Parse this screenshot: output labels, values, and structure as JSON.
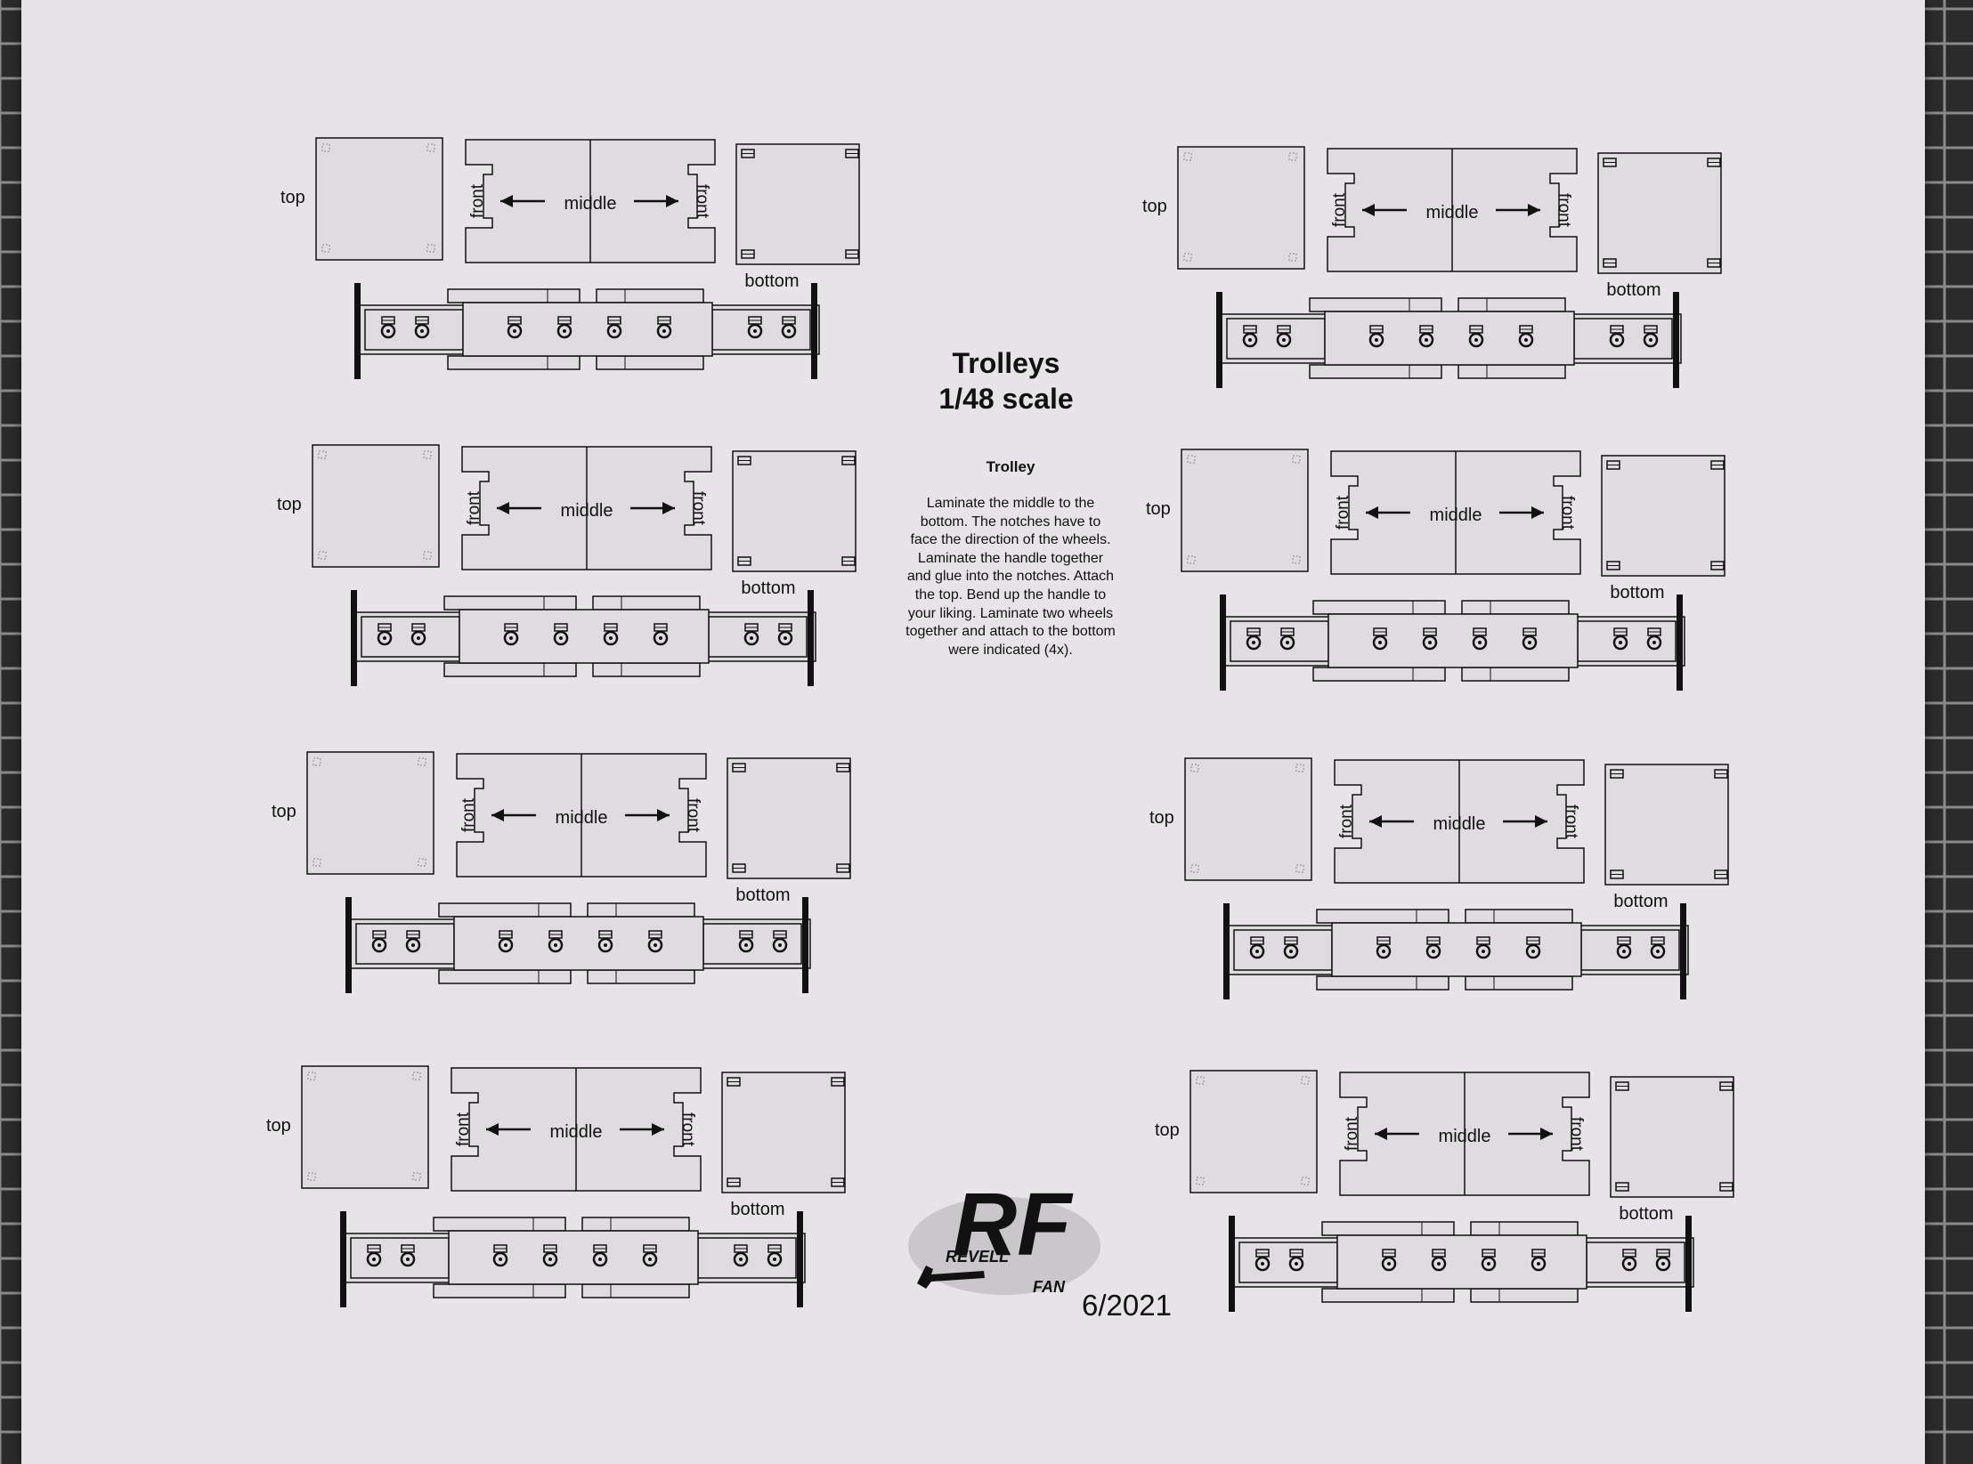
{
  "sheet": {
    "title_line1": "Trolleys",
    "title_line2": "1/48 scale",
    "section_heading": "Trolley",
    "instructions": "Laminate the middle to the bottom. The notches have to face the direction of the wheels. Laminate the handle together and glue into the notches. Attach the top. Bend up the handle to your liking. Laminate two wheels together and attach to the bottom were indicated (4x).",
    "date": "6/2021"
  },
  "part_labels": {
    "top": "top",
    "middle": "middle",
    "front": "front",
    "bottom": "bottom"
  },
  "logo": {
    "letters_big": "RF",
    "word1": "REVELL",
    "word2": "FAN"
  },
  "trolley_count": 8,
  "colors": {
    "mat": "#2b2b2b",
    "paper": "#e6e4e6",
    "ink": "#111111",
    "part_fill": "#dfdcdf"
  }
}
